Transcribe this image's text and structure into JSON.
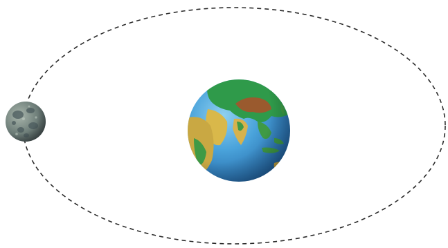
{
  "diagram": {
    "type": "orbit-illustration",
    "bodies": [
      {
        "id": "earth",
        "icon": "earth-globe-icon"
      },
      {
        "id": "moon",
        "icon": "moon-icon"
      }
    ],
    "orbit": {
      "style": "dashed-ellipse",
      "color": "#2a2a2a"
    },
    "colors": {
      "background": "#ffffff",
      "ocean": "#3d8fcf",
      "land_green": "#2f9a4a",
      "land_yellow": "#d9b84a",
      "land_brown": "#9a5a2e",
      "moon": "#6c7c78"
    }
  }
}
